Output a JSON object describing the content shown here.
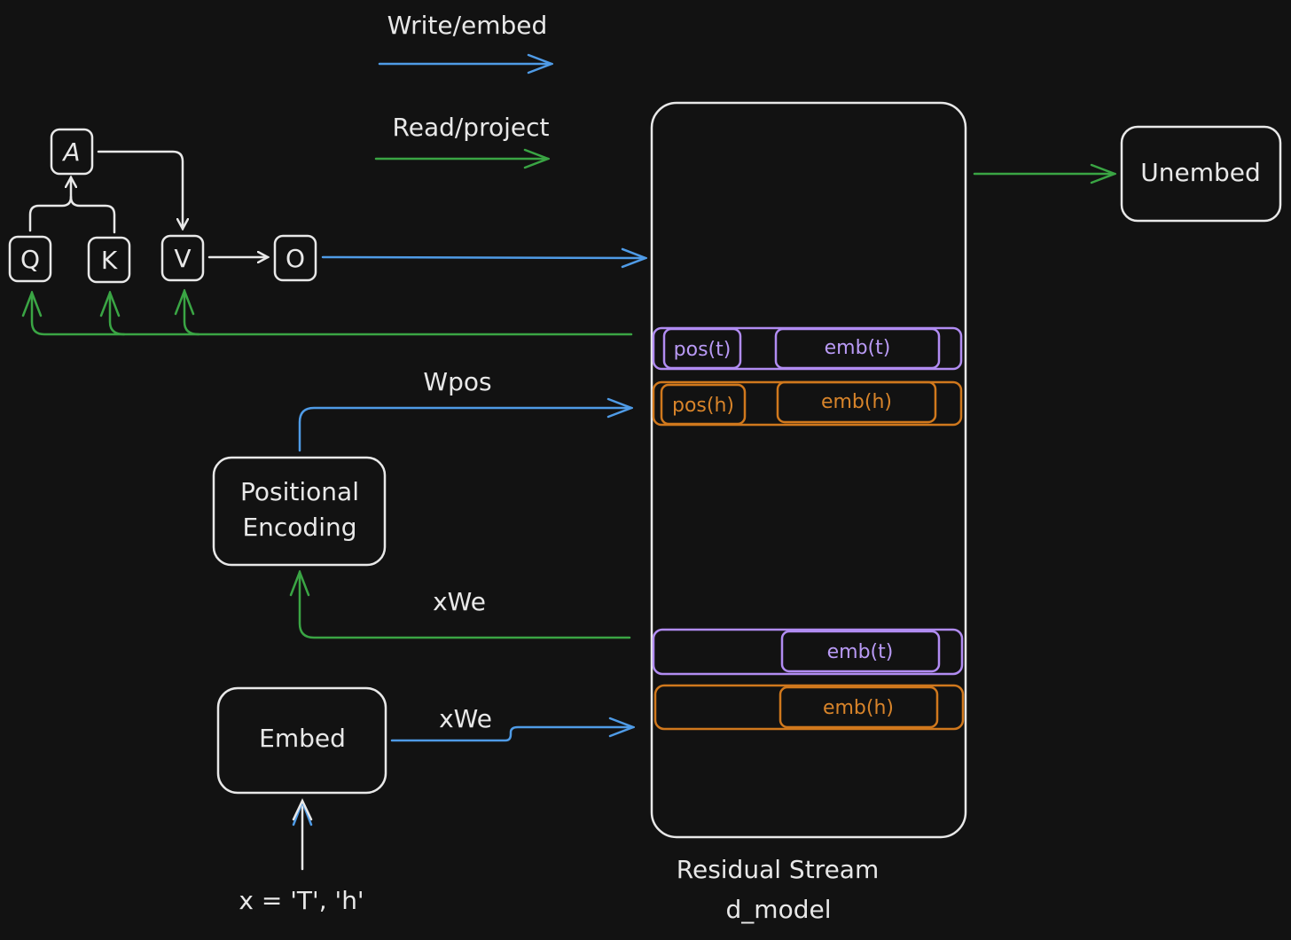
{
  "legend": {
    "write_label": "Write/embed",
    "read_label": "Read/project",
    "write_color": "#4f9be6",
    "read_color": "#3aa544"
  },
  "attention": {
    "a": "A",
    "q": "Q",
    "k": "K",
    "v": "V",
    "o": "O"
  },
  "nodes": {
    "unembed": "Unembed",
    "positional_line1": "Positional",
    "positional_line2": "Encoding",
    "embed": "Embed",
    "input": "x = 'T', 'h'"
  },
  "edges": {
    "wpos": "Wpos",
    "xwe_read": "xWe",
    "xwe_write": "xWe"
  },
  "residual": {
    "title": "Residual Stream",
    "subtitle": "d_model",
    "rows": [
      {
        "pos": "pos(t)",
        "emb": "emb(t)",
        "color": "#b18cf2"
      },
      {
        "pos": "pos(h)",
        "emb": "emb(h)",
        "color": "#d0781d"
      },
      {
        "pos": "",
        "emb": "emb(t)",
        "color": "#b18cf2"
      },
      {
        "pos": "",
        "emb": "emb(h)",
        "color": "#d0781d"
      }
    ]
  }
}
